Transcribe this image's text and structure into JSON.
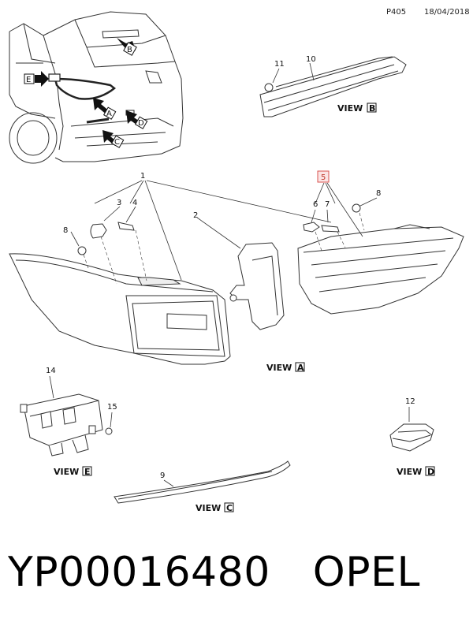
{
  "header": {
    "code": "P405",
    "date": "18/04/2018"
  },
  "footer": {
    "part_number": "YP00016480",
    "brand": "OPEL"
  },
  "callouts": [
    "1",
    "2",
    "3",
    "4",
    "5",
    "6",
    "7",
    "8",
    "8",
    "9",
    "10",
    "11",
    "12",
    "14",
    "15"
  ],
  "car_arrows": [
    "A",
    "B",
    "C",
    "D",
    "E"
  ],
  "views": [
    {
      "prefix": "VIEW",
      "letter": "A"
    },
    {
      "prefix": "VIEW",
      "letter": "B"
    },
    {
      "prefix": "VIEW",
      "letter": "C"
    },
    {
      "prefix": "VIEW",
      "letter": "D"
    },
    {
      "prefix": "VIEW",
      "letter": "E"
    }
  ],
  "highlight_color": "#d9534f"
}
